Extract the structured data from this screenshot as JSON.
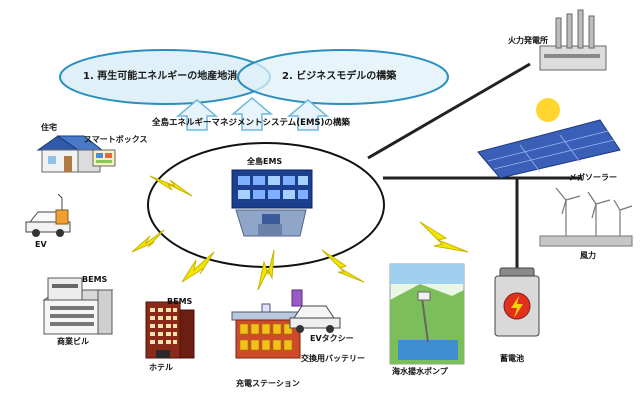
{
  "goals": {
    "goal1": "1. 再生可能エネルギーの地産地消",
    "goal2": "2. ビジネスモデルの構築"
  },
  "system_heading": "全島エネルギーマネジメントシステム(EMS)の構築",
  "center": {
    "label": "全島EMS"
  },
  "nodes": {
    "house": "住宅",
    "smart_box": "スマートボックス",
    "ev": "EV",
    "bems1": "BEMS",
    "commercial": "商業ビル",
    "bems2": "BEMS",
    "hotel": "ホテル",
    "ev_taxi": "EVタクシー",
    "battery_swap": "交換用バッテリー",
    "charging_station": "充電ステーション",
    "pumped_storage": "海水揚水ポンプ",
    "storage_battery": "蓄電池",
    "thermal_plant": "火力発電所",
    "mega_solar": "メガソーラー",
    "wind_power": "風力"
  },
  "colors": {
    "ellipse_fill": "#dff0f8",
    "ellipse_stroke": "#2a8fbf",
    "bolt": "#f2e600",
    "bolt_stroke": "#c8b400",
    "line": "#222222"
  }
}
